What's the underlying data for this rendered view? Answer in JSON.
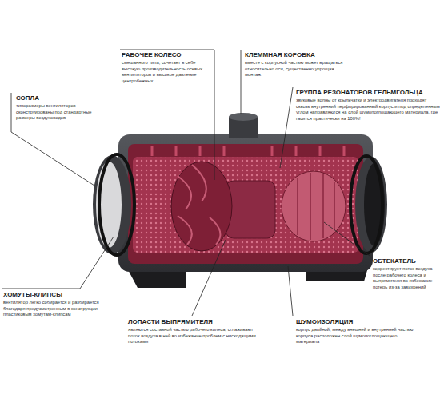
{
  "diagram": {
    "labels": [
      "РАБОЧЕЕ КОЛЕСО",
      "смешанного типа, сочетает в себе высокую производительность осевых вентиляторов и высокое давление центробежных",
      "КЛЕММНАЯ КОРОБКА",
      "вместе с корпусной частью может вращаться относительно оси, существенно упрощая монтаж",
      "СОПЛА",
      "типоразмеры вентиляторов сконструированы под стандартные размеры воздуховодов",
      "ГРУППА РЕЗОНАТОРОВ ГЕЛЬМГОЛЬЦА",
      "звуковые волны от крыльчатки и электродвигателя проходят сквозь внутренний перфорированный корпус и под определенным углом направляются на слой шумопоглощающего материала, где гасится практически на 100%!",
      "ОБТЕКАТЕЛЬ",
      "корректирует поток воздуха после рабочего колеса и выпрямителя во избежание потерь из-за завихрений",
      "ХОМУТЫ-КЛИПСЫ",
      "вентилятор легко собирается и разбирается благодаря предусмотренным в конструкции пластиковым хомутам-клипсам",
      "ЛОПАСТИ ВЫПРЯМИТЕЛЯ",
      "являются составной частью рабочего колеса, сглаживают поток воздуха в ней во избежание проблем с нисходящими потоками",
      "ШУМОИЗОЛЯЦИЯ",
      "корпус двойной, между внешней и внутренней частью корпуса расположен слой шумопоглощающего материала"
    ]
  }
}
